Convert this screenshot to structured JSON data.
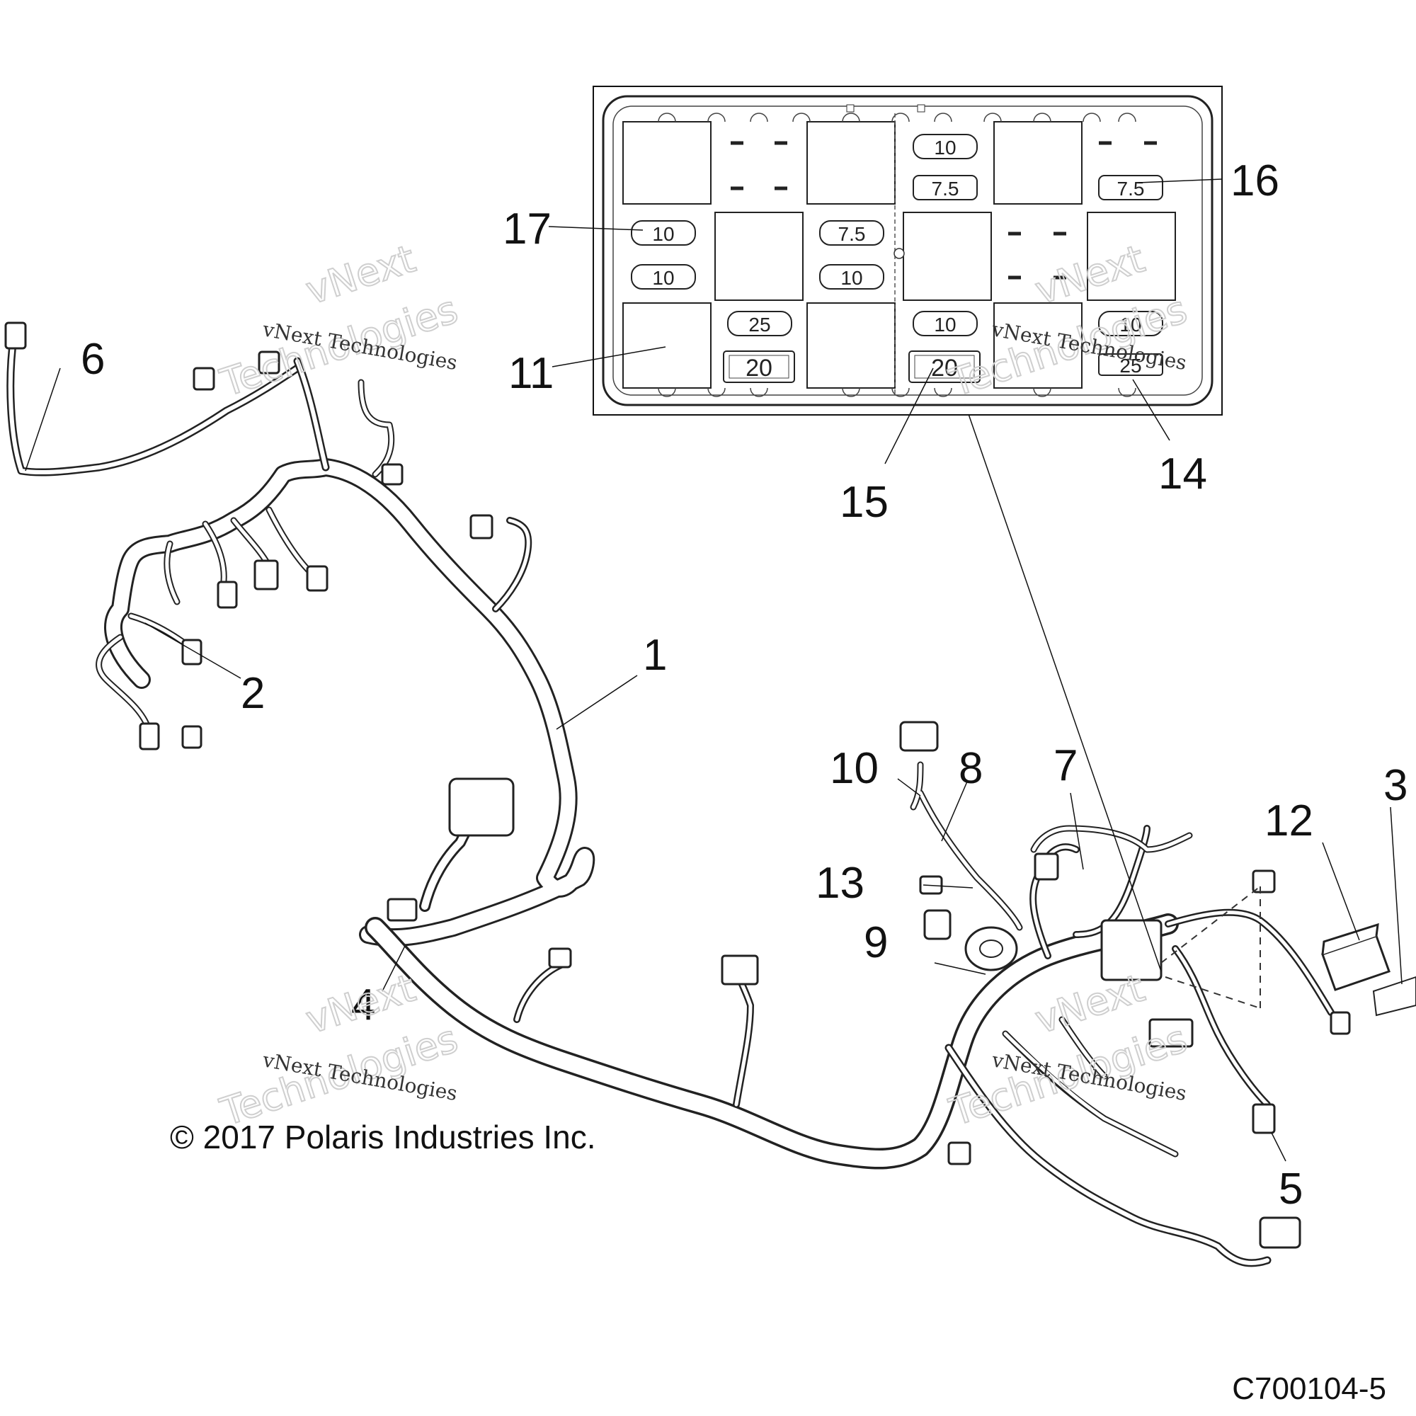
{
  "callouts": [
    {
      "id": "1",
      "label": "1"
    },
    {
      "id": "2",
      "label": "2"
    },
    {
      "id": "3",
      "label": "3"
    },
    {
      "id": "4",
      "label": "4"
    },
    {
      "id": "5",
      "label": "5"
    },
    {
      "id": "6",
      "label": "6"
    },
    {
      "id": "7",
      "label": "7"
    },
    {
      "id": "8",
      "label": "8"
    },
    {
      "id": "9",
      "label": "9"
    },
    {
      "id": "10",
      "label": "10"
    },
    {
      "id": "11",
      "label": "11"
    },
    {
      "id": "12",
      "label": "12"
    },
    {
      "id": "13",
      "label": "13"
    },
    {
      "id": "14",
      "label": "14"
    },
    {
      "id": "15",
      "label": "15"
    },
    {
      "id": "16",
      "label": "16"
    },
    {
      "id": "17",
      "label": "17"
    }
  ],
  "fuse_box": {
    "fuses": {
      "r1c3": "10",
      "r2c3": "7.5",
      "r2c5": "7.5",
      "r3c1": "10",
      "r3c3": "7.5",
      "r4c1": "10",
      "r4c3": "10",
      "r5c2": "25",
      "r5c4": "10",
      "r5c6": "10",
      "r6c2": "20",
      "r6c4": "20",
      "r6c6": "25"
    }
  },
  "watermark": {
    "line1": "vNext Technologies",
    "line2_a": "vNext",
    "line2_b": "Technologies"
  },
  "copyright": "© 2017 Polaris Industries Inc.",
  "figure_id": "C700104-5"
}
